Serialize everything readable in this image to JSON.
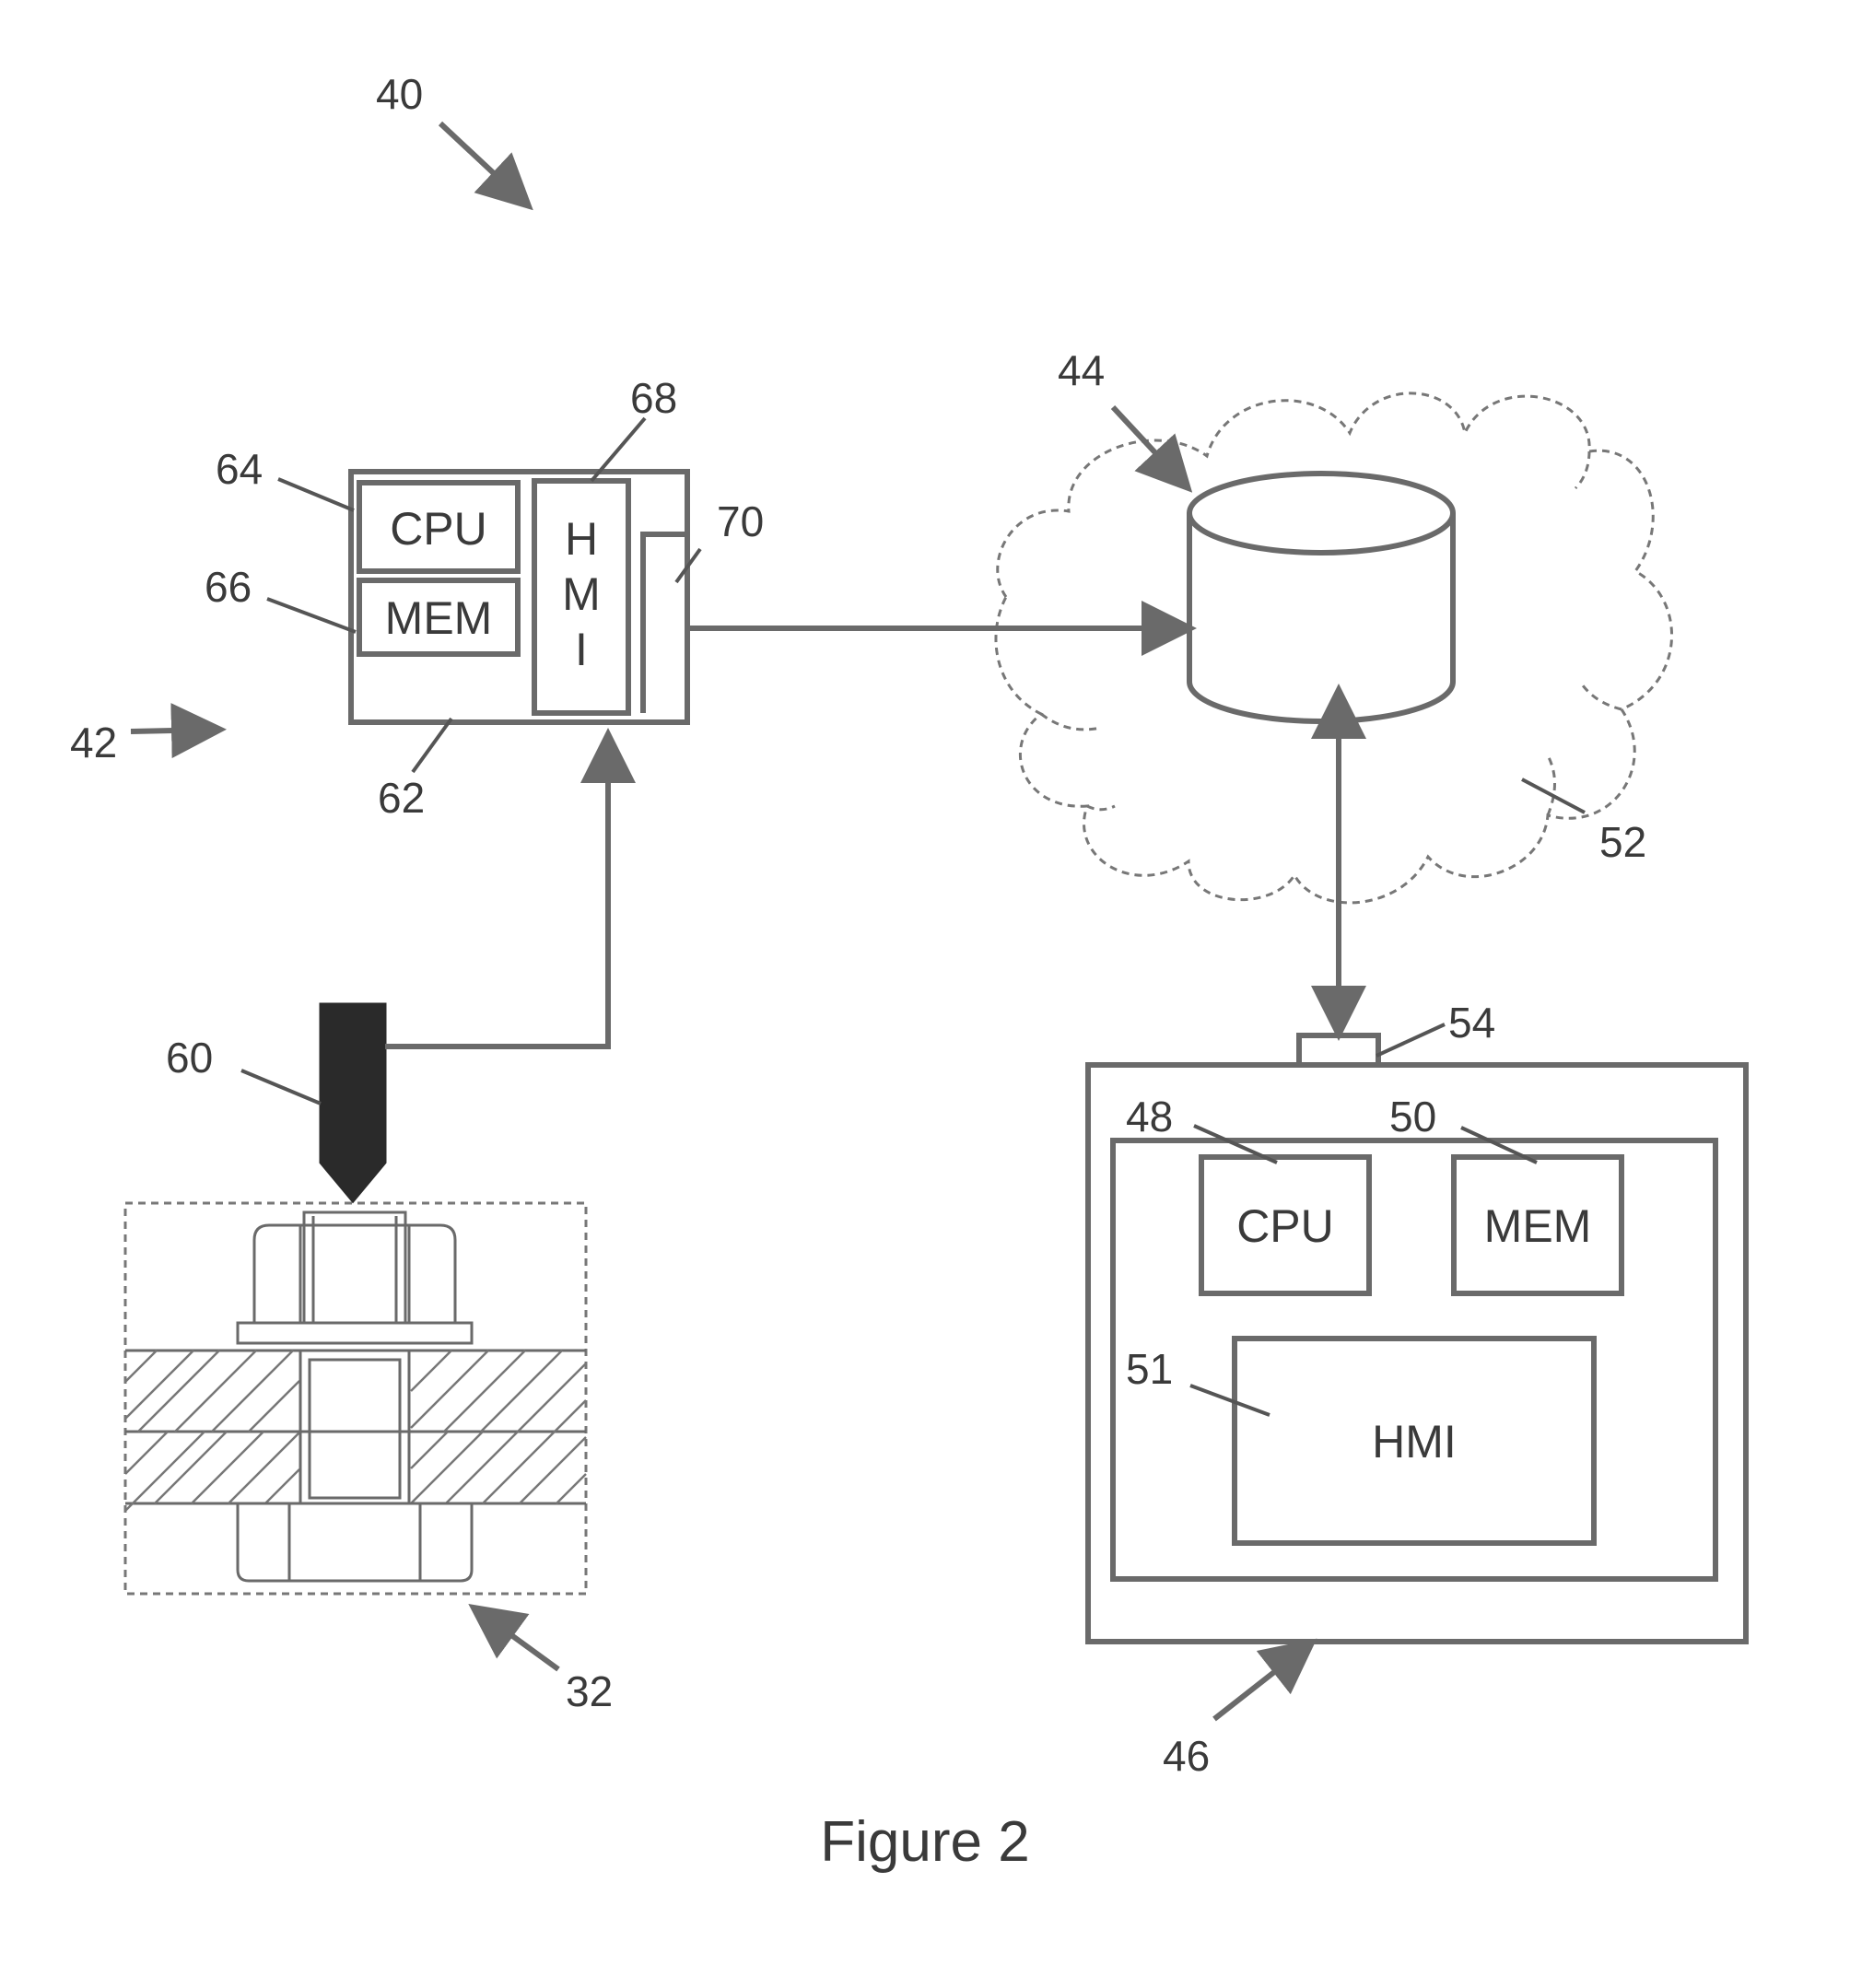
{
  "figure": {
    "caption": "Figure 2",
    "colors": {
      "line": "#6a6a6a",
      "text": "#3a3a3a",
      "probe": "#2a2a2a"
    },
    "reference_numerals": {
      "r40": "40",
      "r42": "42",
      "r62": "62",
      "r64": "64",
      "r66": "66",
      "r68": "68",
      "r70": "70",
      "r44": "44",
      "r52": "52",
      "r60": "60",
      "r32": "32",
      "r54": "54",
      "r48": "48",
      "r50": "50",
      "r51": "51",
      "r46": "46"
    },
    "sensor_unit": {
      "cpu": "CPU",
      "mem": "MEM",
      "hmi_lines": [
        "H",
        "M",
        "I"
      ]
    },
    "terminal": {
      "cpu": "CPU",
      "mem": "MEM",
      "hmi": "HMI"
    }
  }
}
